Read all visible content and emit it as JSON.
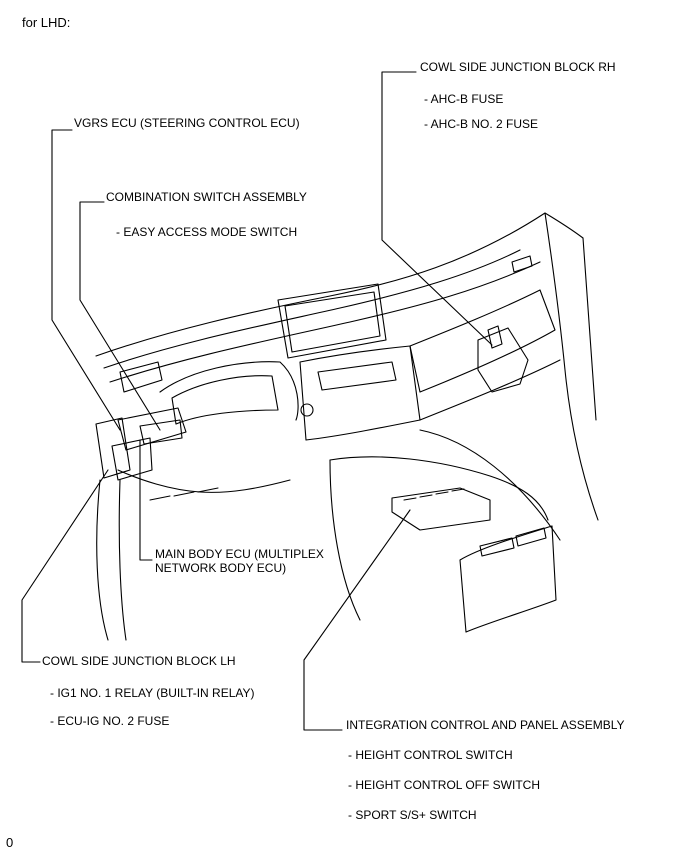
{
  "header": {
    "variant": "for LHD:"
  },
  "labels": {
    "vgrs": {
      "title": "VGRS ECU (STEERING CONTROL ECU)"
    },
    "combo": {
      "title": "COMBINATION SWITCH ASSEMBLY",
      "items": [
        "- EASY ACCESS MODE SWITCH"
      ]
    },
    "cowl_rh": {
      "title": "COWL SIDE JUNCTION BLOCK RH",
      "items": [
        "- AHC-B FUSE",
        "- AHC-B NO. 2 FUSE"
      ]
    },
    "main_body": {
      "line1": "MAIN BODY ECU (MULTIPLEX",
      "line2": "NETWORK BODY ECU)"
    },
    "cowl_lh": {
      "title": "COWL SIDE JUNCTION BLOCK LH",
      "items": [
        "- IG1 NO. 1 RELAY (BUILT-IN RELAY)",
        "- ECU-IG NO. 2 FUSE"
      ]
    },
    "integration": {
      "title": "INTEGRATION CONTROL AND PANEL ASSEMBLY",
      "items": [
        "- HEIGHT CONTROL SWITCH",
        "- HEIGHT CONTROL OFF SWITCH",
        "- SPORT S/S+ SWITCH"
      ]
    }
  },
  "footer": {
    "figure_code": "0"
  }
}
